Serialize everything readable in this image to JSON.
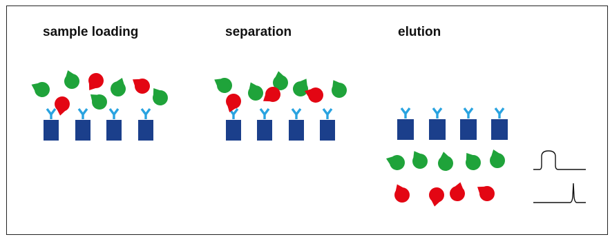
{
  "stages": [
    {
      "title": "sample loading"
    },
    {
      "title": "separation"
    },
    {
      "title": "elution"
    }
  ],
  "colors": {
    "column": "#1b3f8b",
    "ligand": "#29a3e0",
    "bound_protein": "#e30613",
    "other_protein": "#1fa33a",
    "trace": "#111111",
    "frame": "#222222"
  },
  "elements": {
    "columns": "dark-blue-bead",
    "ligands": "y-shaped-ligand",
    "green": "green-protein",
    "red": "red-protein",
    "peaks": "chromatogram-peak"
  }
}
